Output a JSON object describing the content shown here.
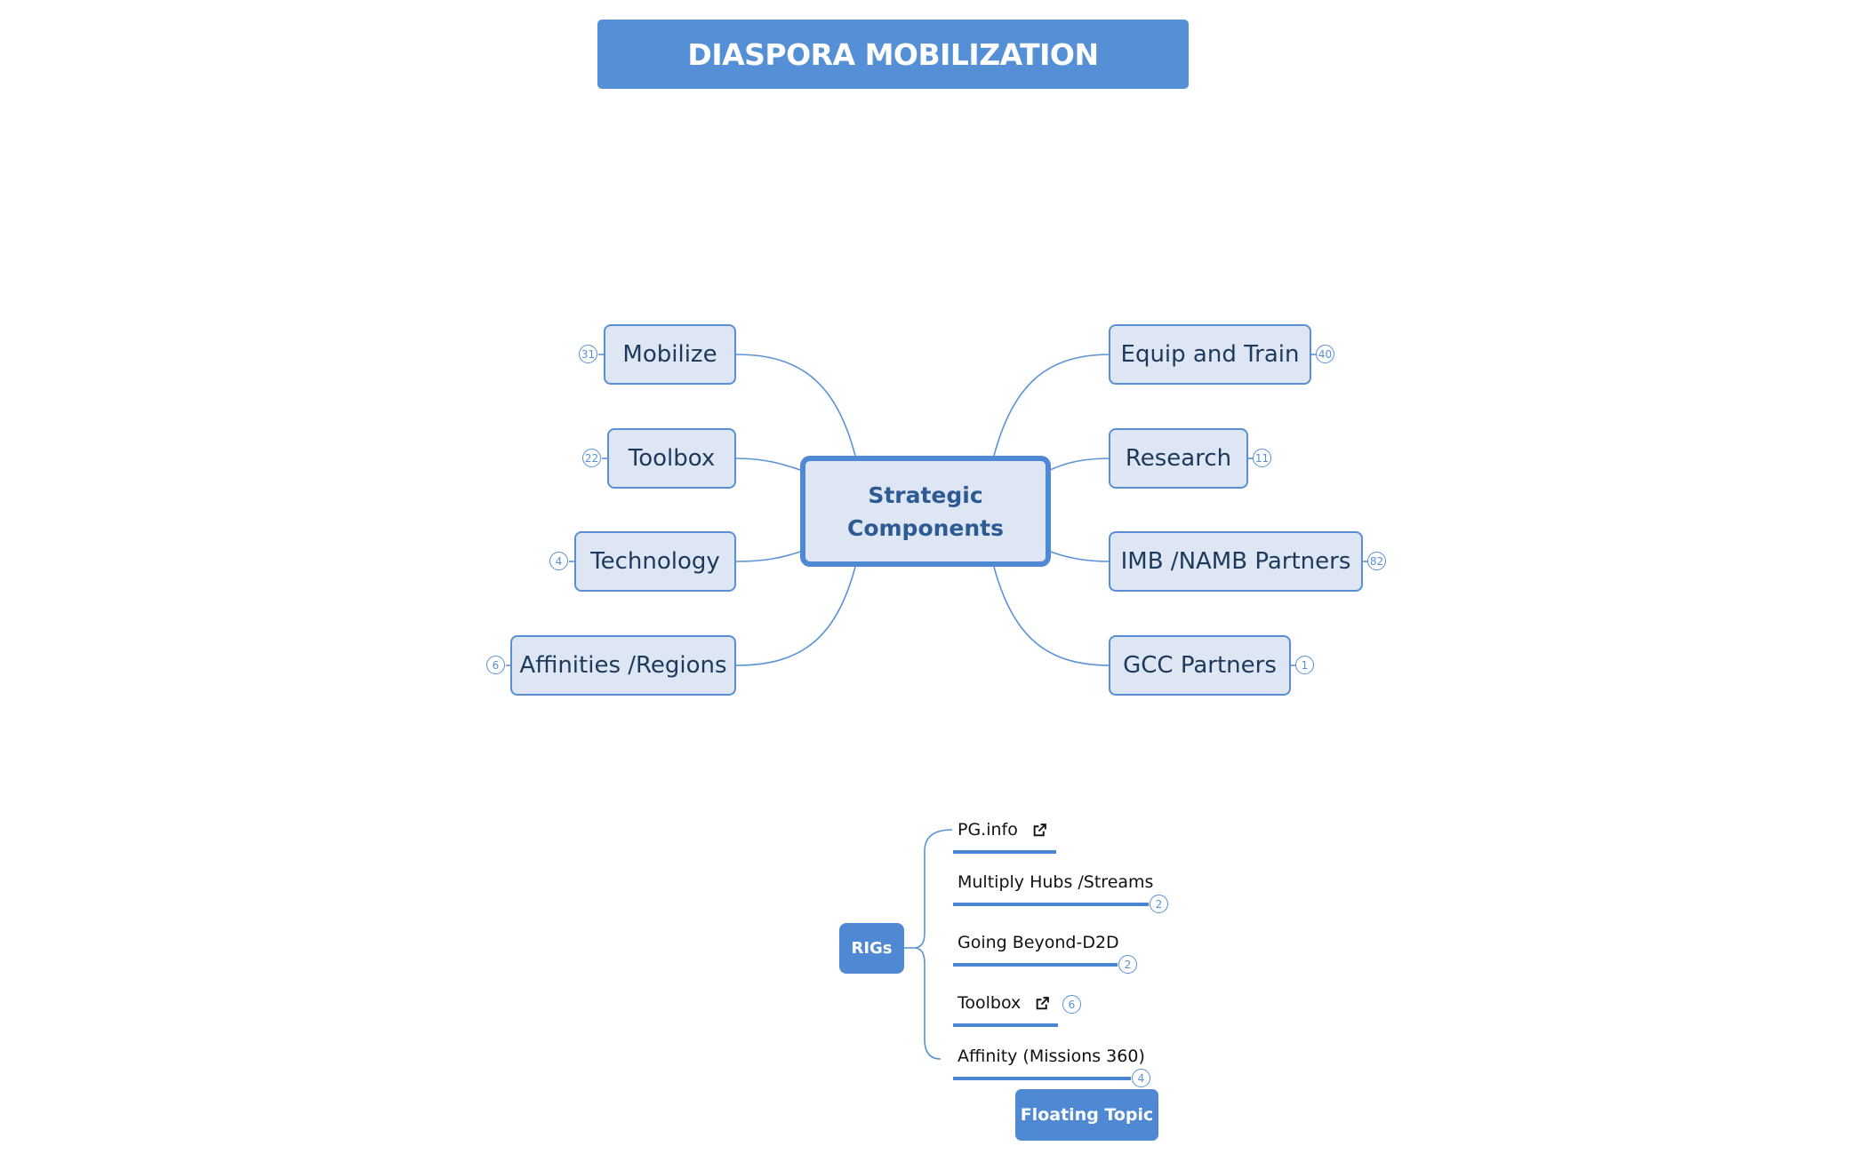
{
  "title": "DIASPORA MOBILIZATION",
  "central": {
    "line1": "Strategic",
    "line2": "Components"
  },
  "left_topics": [
    {
      "label": "Mobilize",
      "count": "31"
    },
    {
      "label": "Toolbox",
      "count": "22"
    },
    {
      "label": "Technology",
      "count": "4"
    },
    {
      "label": "Affinities /Regions",
      "count": "6"
    }
  ],
  "right_topics": [
    {
      "label": "Equip and Train",
      "count": "40"
    },
    {
      "label": "Research",
      "count": "11"
    },
    {
      "label": "IMB /NAMB Partners",
      "count": "82"
    },
    {
      "label": "GCC Partners",
      "count": "1"
    }
  ],
  "rigs": {
    "label": "RIGs",
    "items": [
      {
        "label": "PG.info",
        "icon": "external-link-icon"
      },
      {
        "label": "Multiply Hubs /Streams",
        "count": "2"
      },
      {
        "label": "Going Beyond-D2D",
        "count": "2"
      },
      {
        "label": "Toolbox",
        "icon": "external-link-icon",
        "count": "6"
      },
      {
        "label": "Affinity (Missions 360)",
        "count": "4"
      }
    ]
  },
  "floating_topic": "Floating Topic",
  "colors": {
    "accent": "#4f89d3",
    "node_fill": "#dde6f2",
    "node_text": "#1d3a5c"
  }
}
